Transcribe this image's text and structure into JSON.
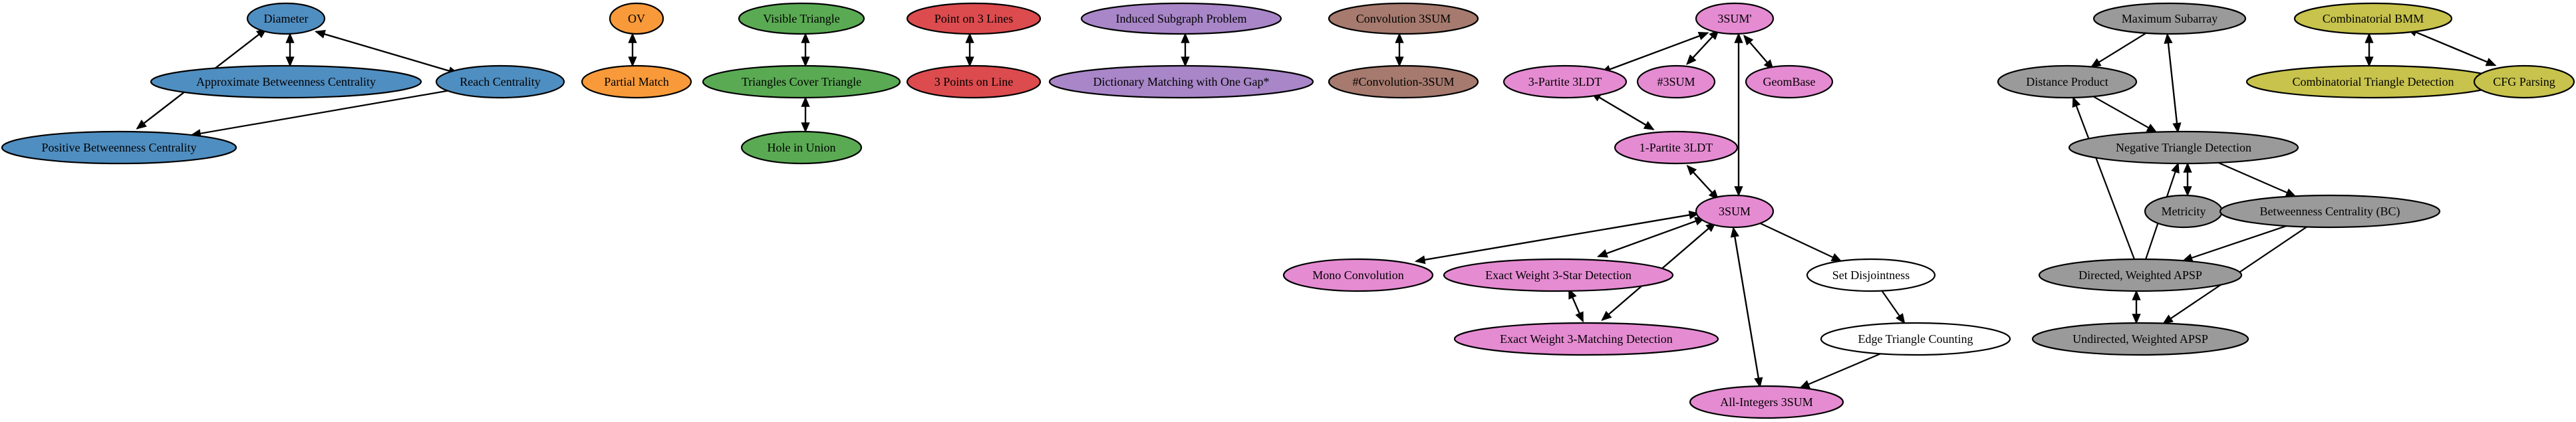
{
  "colors": {
    "blue": "#4f8ec1",
    "orange": "#f89a3a",
    "green": "#5aaa53",
    "red": "#dc4b4e",
    "purple": "#a886c8",
    "brown": "#a67a6e",
    "pink": "#e58bd2",
    "white": "#ffffff",
    "gray": "#9a9a9a",
    "olive": "#c7c34c"
  },
  "nodes": [
    {
      "id": "diameter",
      "label": "Diameter",
      "color": "blue"
    },
    {
      "id": "approx-bc",
      "label": "Approximate Betweenness Centrality",
      "color": "blue"
    },
    {
      "id": "reach",
      "label": "Reach Centrality",
      "color": "blue"
    },
    {
      "id": "positive-bc",
      "label": "Positive Betweenness Centrality",
      "color": "blue"
    },
    {
      "id": "ov",
      "label": "OV",
      "color": "orange"
    },
    {
      "id": "partial-match",
      "label": "Partial Match",
      "color": "orange"
    },
    {
      "id": "visible-triangle",
      "label": "Visible Triangle",
      "color": "green"
    },
    {
      "id": "triangles-cover",
      "label": "Triangles Cover Triangle",
      "color": "green"
    },
    {
      "id": "hole-union",
      "label": "Hole in Union",
      "color": "green"
    },
    {
      "id": "point-3-lines",
      "label": "Point on 3 Lines",
      "color": "red"
    },
    {
      "id": "three-points-line",
      "label": "3 Points on Line",
      "color": "red"
    },
    {
      "id": "induced-subgraph",
      "label": "Induced Subgraph Problem",
      "color": "purple"
    },
    {
      "id": "dict-matching",
      "label": "Dictionary Matching with One Gap*",
      "color": "purple"
    },
    {
      "id": "conv-3sum",
      "label": "Convolution 3SUM",
      "color": "brown"
    },
    {
      "id": "hash-conv-3sum",
      "label": "#Convolution-3SUM",
      "color": "brown"
    },
    {
      "id": "3sum-prime",
      "label": "3SUM'",
      "color": "pink"
    },
    {
      "id": "3partite-3ldt",
      "label": "3-Partite 3LDT",
      "color": "pink"
    },
    {
      "id": "hash-3sum",
      "label": "#3SUM",
      "color": "pink"
    },
    {
      "id": "geombase",
      "label": "GeomBase",
      "color": "pink"
    },
    {
      "id": "1partite-3ldt",
      "label": "1-Partite 3LDT",
      "color": "pink"
    },
    {
      "id": "3sum",
      "label": "3SUM",
      "color": "pink"
    },
    {
      "id": "mono-conv",
      "label": "Mono Convolution",
      "color": "pink"
    },
    {
      "id": "exact-3star",
      "label": "Exact Weight 3-Star Detection",
      "color": "pink"
    },
    {
      "id": "exact-3matching",
      "label": "Exact Weight 3-Matching Detection",
      "color": "pink"
    },
    {
      "id": "set-disjoint",
      "label": "Set Disjointness",
      "color": "white"
    },
    {
      "id": "edge-tri-count",
      "label": "Edge Triangle Counting",
      "color": "white"
    },
    {
      "id": "all-int-3sum",
      "label": "All-Integers 3SUM",
      "color": "pink"
    },
    {
      "id": "max-subarray",
      "label": "Maximum Subarray",
      "color": "gray"
    },
    {
      "id": "distance-product",
      "label": "Distance Product",
      "color": "gray"
    },
    {
      "id": "neg-triangle",
      "label": "Negative Triangle Detection",
      "color": "gray"
    },
    {
      "id": "metricity",
      "label": "Metricity",
      "color": "gray"
    },
    {
      "id": "bc",
      "label": "Betweenness Centrality (BC)",
      "color": "gray"
    },
    {
      "id": "directed-apsp",
      "label": "Directed, Weighted APSP",
      "color": "gray"
    },
    {
      "id": "undirected-apsp",
      "label": "Undirected, Weighted APSP",
      "color": "gray"
    },
    {
      "id": "comb-bmm",
      "label": "Combinatorial BMM",
      "color": "olive"
    },
    {
      "id": "comb-tri-detect",
      "label": "Combinatorial Triangle Detection",
      "color": "olive"
    },
    {
      "id": "cfg-parsing",
      "label": "CFG Parsing",
      "color": "olive"
    }
  ],
  "edges": [
    [
      "diameter",
      "approx-bc"
    ],
    [
      "approx-bc",
      "diameter"
    ],
    [
      "diameter",
      "reach"
    ],
    [
      "reach",
      "diameter"
    ],
    [
      "diameter",
      "positive-bc"
    ],
    [
      "positive-bc",
      "diameter"
    ],
    [
      "reach",
      "positive-bc"
    ],
    [
      "ov",
      "partial-match"
    ],
    [
      "partial-match",
      "ov"
    ],
    [
      "visible-triangle",
      "triangles-cover"
    ],
    [
      "triangles-cover",
      "visible-triangle"
    ],
    [
      "triangles-cover",
      "hole-union"
    ],
    [
      "hole-union",
      "triangles-cover"
    ],
    [
      "point-3-lines",
      "three-points-line"
    ],
    [
      "three-points-line",
      "point-3-lines"
    ],
    [
      "induced-subgraph",
      "dict-matching"
    ],
    [
      "dict-matching",
      "induced-subgraph"
    ],
    [
      "conv-3sum",
      "hash-conv-3sum"
    ],
    [
      "hash-conv-3sum",
      "conv-3sum"
    ],
    [
      "3sum-prime",
      "3partite-3ldt"
    ],
    [
      "3partite-3ldt",
      "3sum-prime"
    ],
    [
      "3sum-prime",
      "hash-3sum"
    ],
    [
      "hash-3sum",
      "3sum-prime"
    ],
    [
      "3sum-prime",
      "geombase"
    ],
    [
      "geombase",
      "3sum-prime"
    ],
    [
      "3sum-prime",
      "3sum"
    ],
    [
      "3sum",
      "3sum-prime"
    ],
    [
      "3partite-3ldt",
      "1partite-3ldt"
    ],
    [
      "1partite-3ldt",
      "3partite-3ldt"
    ],
    [
      "1partite-3ldt",
      "3sum"
    ],
    [
      "3sum",
      "1partite-3ldt"
    ],
    [
      "3sum",
      "mono-conv"
    ],
    [
      "mono-conv",
      "3sum"
    ],
    [
      "3sum",
      "exact-3star"
    ],
    [
      "exact-3star",
      "3sum"
    ],
    [
      "3sum",
      "exact-3matching"
    ],
    [
      "exact-3matching",
      "3sum"
    ],
    [
      "exact-3star",
      "exact-3matching"
    ],
    [
      "exact-3matching",
      "exact-3star"
    ],
    [
      "3sum",
      "set-disjoint"
    ],
    [
      "set-disjoint",
      "edge-tri-count"
    ],
    [
      "edge-tri-count",
      "all-int-3sum"
    ],
    [
      "3sum",
      "all-int-3sum"
    ],
    [
      "all-int-3sum",
      "3sum"
    ],
    [
      "max-subarray",
      "distance-product"
    ],
    [
      "max-subarray",
      "neg-triangle"
    ],
    [
      "neg-triangle",
      "max-subarray"
    ],
    [
      "distance-product",
      "neg-triangle"
    ],
    [
      "neg-triangle",
      "metricity"
    ],
    [
      "metricity",
      "neg-triangle"
    ],
    [
      "neg-triangle",
      "bc"
    ],
    [
      "directed-apsp",
      "neg-triangle"
    ],
    [
      "directed-apsp",
      "distance-product"
    ],
    [
      "bc",
      "directed-apsp"
    ],
    [
      "bc",
      "undirected-apsp"
    ],
    [
      "directed-apsp",
      "undirected-apsp"
    ],
    [
      "undirected-apsp",
      "directed-apsp"
    ],
    [
      "comb-bmm",
      "comb-tri-detect"
    ],
    [
      "comb-tri-detect",
      "comb-bmm"
    ],
    [
      "comb-bmm",
      "cfg-parsing"
    ],
    [
      "cfg-parsing",
      "comb-bmm"
    ]
  ]
}
